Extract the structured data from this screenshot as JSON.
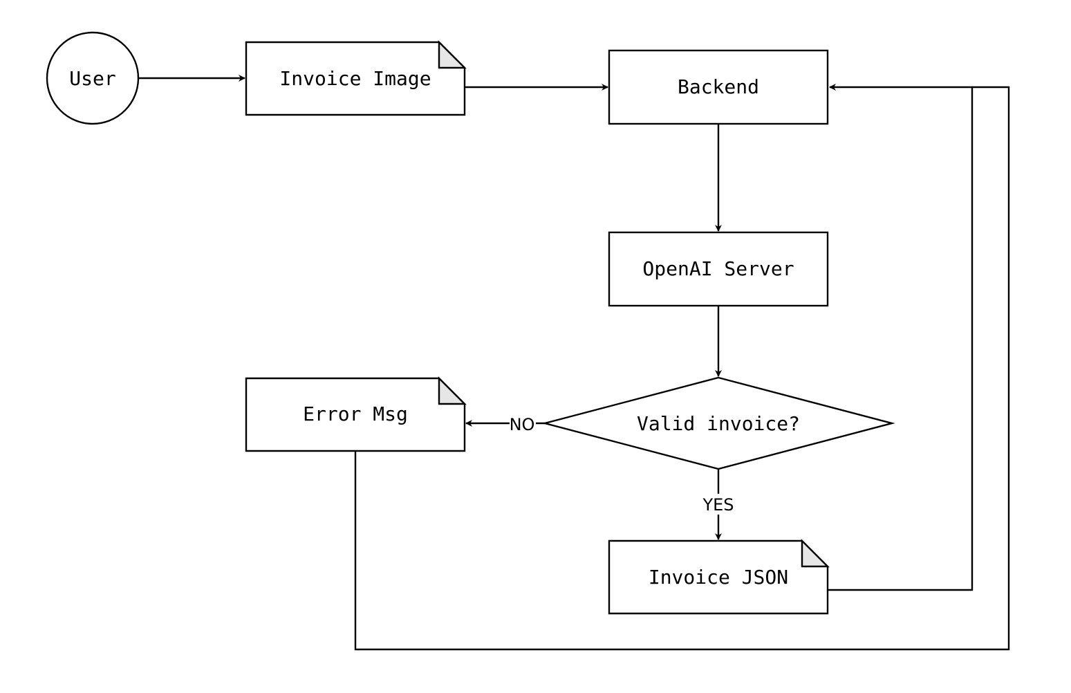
{
  "diagram": {
    "nodes": {
      "user": "User",
      "invoice_image": "Invoice Image",
      "backend": "Backend",
      "openai_server": "OpenAI Server",
      "valid_invoice": "Valid invoice?",
      "error_msg": "Error Msg",
      "invoice_json": "Invoice JSON"
    },
    "edges": {
      "no": "NO",
      "yes": "YES"
    },
    "colors": {
      "stroke": "#000000",
      "fill": "#ffffff",
      "fold": "#e6e6e6"
    }
  }
}
